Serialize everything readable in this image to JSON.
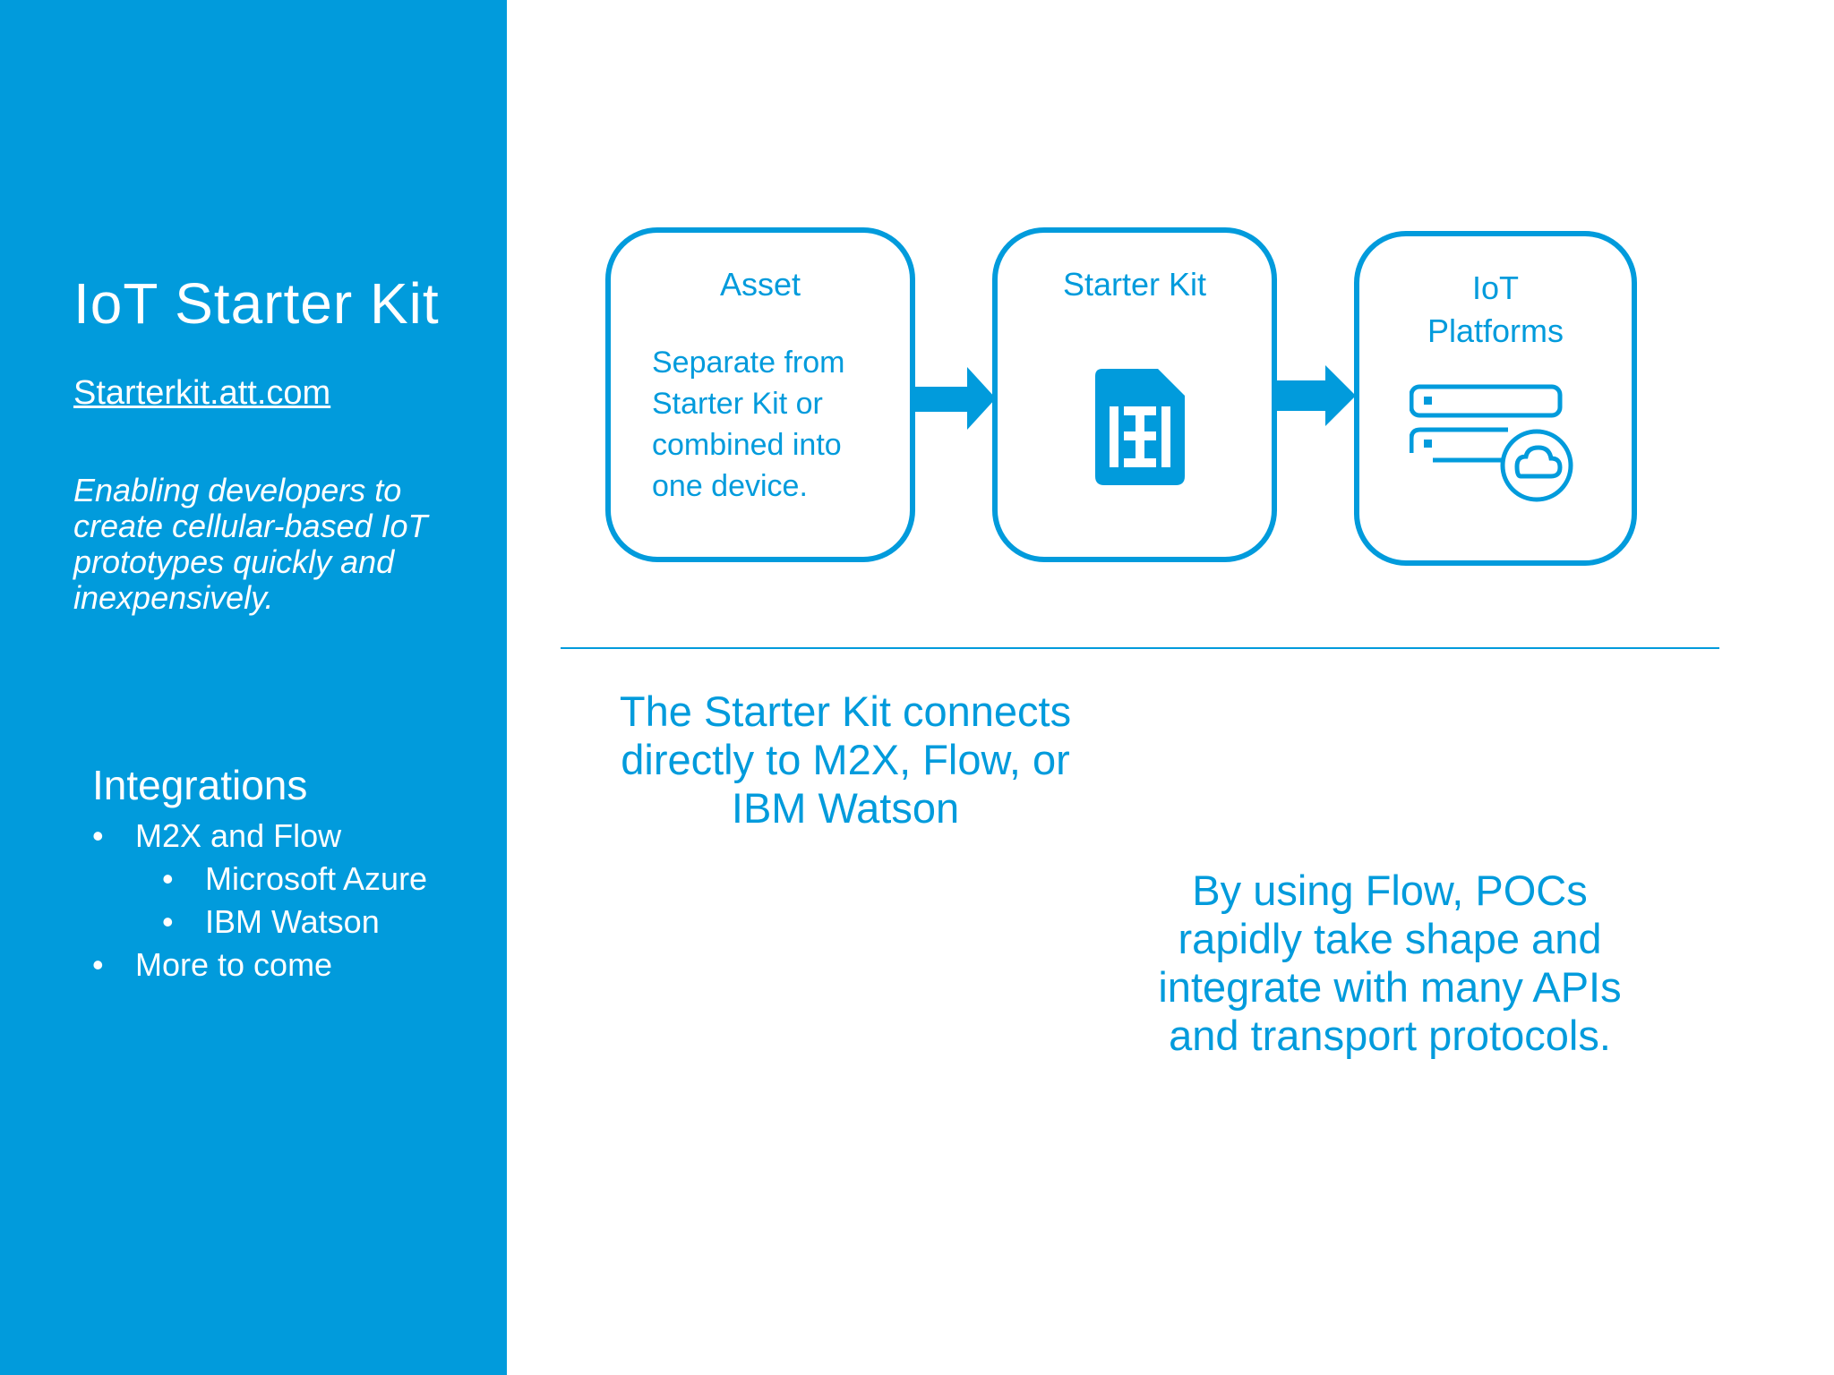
{
  "sidebar": {
    "title": "IoT Starter Kit",
    "link": "Starterkit.att.com",
    "tagline": "Enabling developers to create cellular-based IoT prototypes quickly and inexpensively.",
    "integrations_heading": "Integrations",
    "integrations": [
      {
        "label": "M2X and Flow",
        "level": 1
      },
      {
        "label": "Microsoft Azure",
        "level": 2
      },
      {
        "label": "IBM Watson",
        "level": 2
      },
      {
        "label": "More to come",
        "level": 1
      }
    ]
  },
  "diagram": {
    "asset": {
      "title": "Asset",
      "body": "Separate from\nStarter Kit or\ncombined into\none device."
    },
    "starter_kit": {
      "title": "Starter Kit",
      "icon": "sim-card-icon"
    },
    "platforms": {
      "title_line1": "IoT",
      "title_line2": "Platforms",
      "icon": "server-cloud-icon"
    },
    "arrow_icon": "right-arrow-icon"
  },
  "callouts": {
    "connects": "The Starter Kit connects directly to M2X, Flow, or IBM Watson",
    "flow": "By using Flow, POCs rapidly take shape and integrate with many APIs and transport protocols."
  },
  "colors": {
    "brand": "#019bdc",
    "background": "#ffffff",
    "sidebar_text": "#ffffff"
  }
}
